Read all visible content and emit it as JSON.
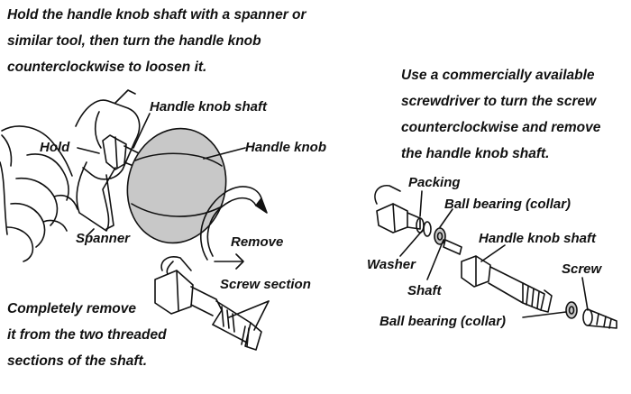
{
  "instructions": {
    "step1": [
      "Hold the handle knob shaft with a spanner or",
      "similar tool, then turn the handle knob",
      "counterclockwise to loosen it."
    ],
    "step2": [
      "Use a commercially available",
      "screwdriver to turn the screw",
      "counterclockwise and remove",
      "the handle knob shaft."
    ],
    "step3": [
      "Completely remove",
      "it from the two threaded",
      "sections of the shaft."
    ]
  },
  "labels": {
    "handle_knob_shaft": "Handle knob shaft",
    "hold": "Hold",
    "handle_knob": "Handle knob",
    "spanner": "Spanner",
    "remove": "Remove",
    "screw_section": "Screw section",
    "packing": "Packing",
    "ball_bearing_top": "Ball bearing (collar)",
    "handle_knob_shaft_right": "Handle knob shaft",
    "washer": "Washer",
    "screw": "Screw",
    "shaft": "Shaft",
    "ball_bearing_bottom": "Ball bearing (collar)"
  },
  "colors": {
    "line": "#111111",
    "knob_fill": "#c8c8c8",
    "background": "#ffffff"
  }
}
